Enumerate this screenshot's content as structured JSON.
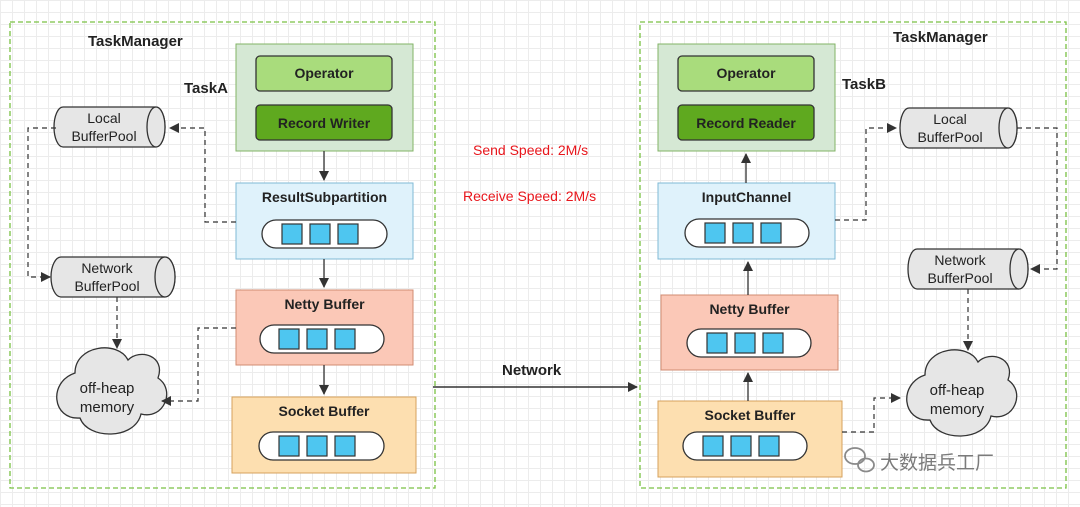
{
  "colors": {
    "container_border": "#7ac143",
    "operator_fill": "#a9dc7c",
    "writer_fill": "#5fa91f",
    "task_panel": "#d5e8d4",
    "subpartition_fill": "#dff2fb",
    "netty_fill": "#fbc8b7",
    "socket_fill": "#fddfb0",
    "queue_cell": "#4ec6f0",
    "speed_text": "#e8161c"
  },
  "left": {
    "title": "TaskManager",
    "task_label": "TaskA",
    "operator": "Operator",
    "writer": "Record Writer",
    "subpartition": "ResultSubpartition",
    "netty": "Netty Buffer",
    "socket": "Socket Buffer",
    "local_pool": "Local\nBufferPool",
    "network_pool": "Network\nBufferPool",
    "memory": "off-heap\nmemory"
  },
  "right": {
    "title": "TaskManager",
    "task_label": "TaskB",
    "operator": "Operator",
    "reader": "Record Reader",
    "channel": "InputChannel",
    "netty": "Netty Buffer",
    "socket": "Socket Buffer",
    "local_pool": "Local\nBufferPool",
    "network_pool": "Network\nBufferPool",
    "memory": "off-heap\nmemory"
  },
  "center": {
    "send_speed": "Send Speed: 2M/s",
    "receive_speed": "Receive Speed: 2M/s",
    "network": "Network"
  },
  "watermark": "大数据兵工厂",
  "watermark_icon": "wechat-icon"
}
